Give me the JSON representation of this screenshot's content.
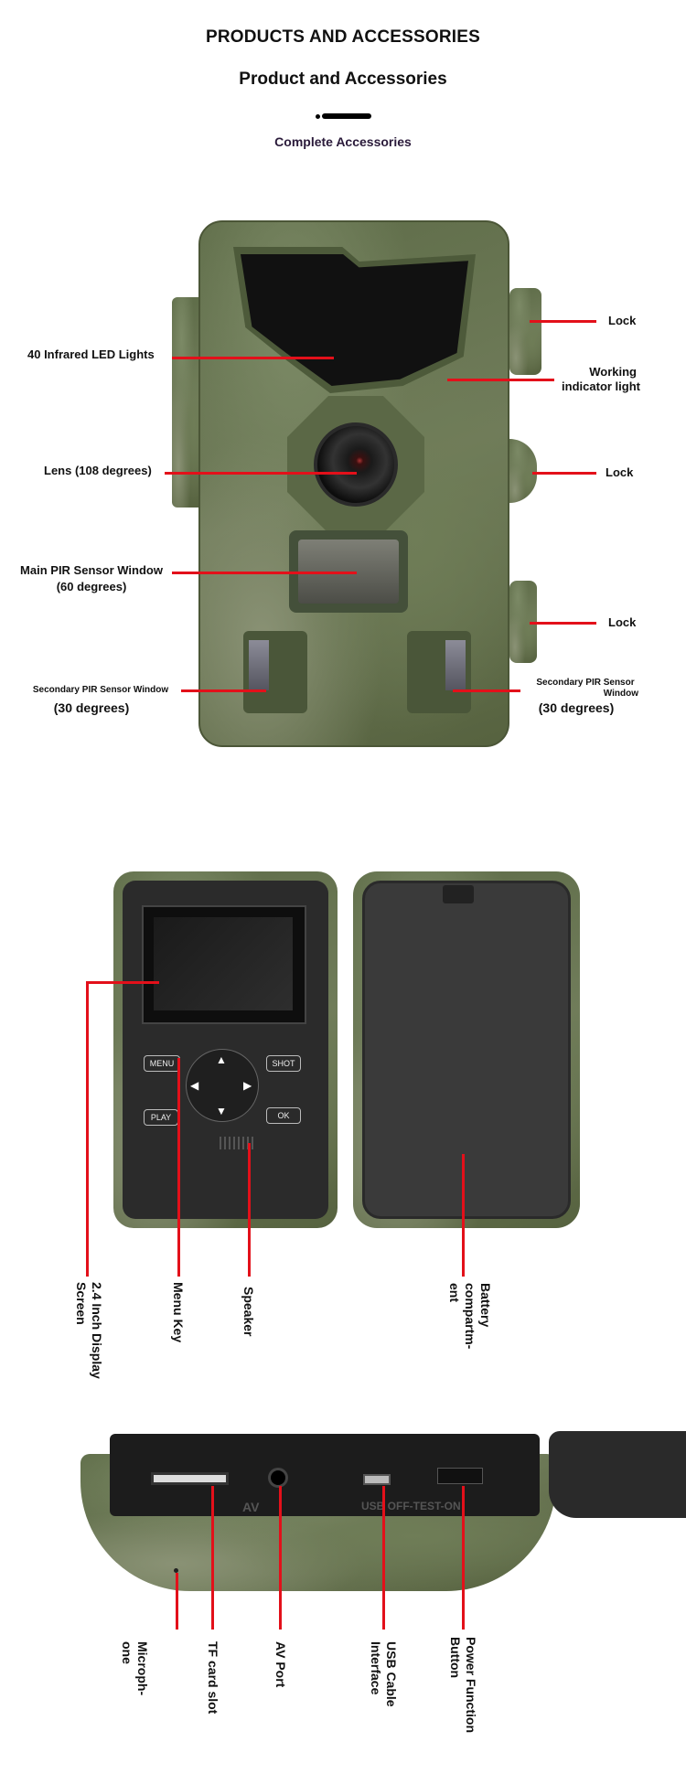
{
  "header": {
    "title": "PRODUCTS AND ACCESSORIES",
    "subtitle": "Product and Accessories",
    "section": "Complete Accessories"
  },
  "front_view": {
    "left_labels": [
      "40 Infrared LED Lights",
      "Lens (108 degrees)",
      "Main PIR Sensor Window",
      "(60 degrees)",
      "Secondary PIR Sensor Window",
      "(30 degrees)"
    ],
    "right_labels": [
      "Lock",
      "Working",
      "indicator light",
      "Lock",
      "Lock",
      "Secondary PIR Sensor",
      "Window",
      "(30 degrees)"
    ]
  },
  "back_view": {
    "buttons": {
      "menu": "MENU",
      "shot": "SHOT",
      "play": "PLAY",
      "ok": "OK"
    },
    "labels": [
      "2.4 Inch Display Screen",
      "Menu Key",
      "Speaker",
      "Battery compartm-ent"
    ]
  },
  "bottom_view": {
    "markings": {
      "av": "AV",
      "usb": "USB OFF-TEST-ON"
    },
    "labels": [
      "Microph-one",
      "TF card slot",
      "AV Port",
      "USB Cable Interface",
      "Power Function Button"
    ]
  },
  "colors": {
    "accent": "#e3101a"
  }
}
